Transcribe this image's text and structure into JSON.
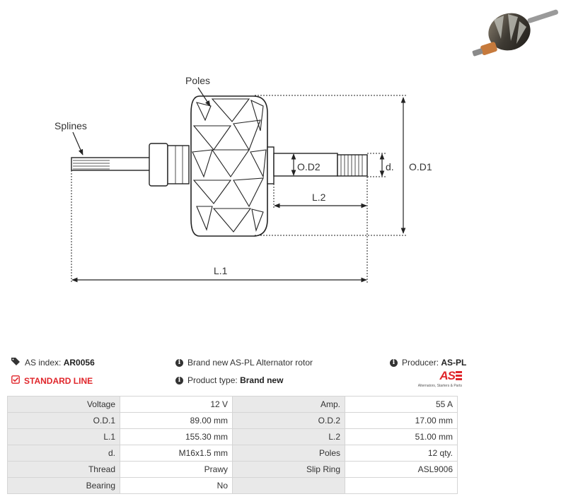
{
  "diagram": {
    "labels": {
      "poles": "Poles",
      "splines": "Splines",
      "od2": "O.D2",
      "d": "d.",
      "od1": "O.D1",
      "l2": "L.2",
      "l1": "L.1"
    }
  },
  "info": {
    "as_index_label": "AS index:",
    "as_index_value": "AR0056",
    "standard_line": "STANDARD LINE",
    "brand_new_text": "Brand new AS-PL Alternator rotor",
    "product_type_label": "Product type:",
    "product_type_value": "Brand new",
    "producer_label": "Producer:",
    "producer_value": "AS-PL"
  },
  "logo": {
    "mark": "AS",
    "subtitle": "Alternators, Starters & Parts",
    "color": "#e0262b"
  },
  "specs": [
    [
      "Voltage",
      "12 V",
      "Amp.",
      "55 A"
    ],
    [
      "O.D.1",
      "89.00 mm",
      "O.D.2",
      "17.00 mm"
    ],
    [
      "L.1",
      "155.30 mm",
      "L.2",
      "51.00 mm"
    ],
    [
      "d.",
      "M16x1.5 mm",
      "Poles",
      "12 qty."
    ],
    [
      "Thread",
      "Prawy",
      "Slip Ring",
      "ASL9006"
    ],
    [
      "Bearing",
      "No",
      "",
      ""
    ]
  ]
}
